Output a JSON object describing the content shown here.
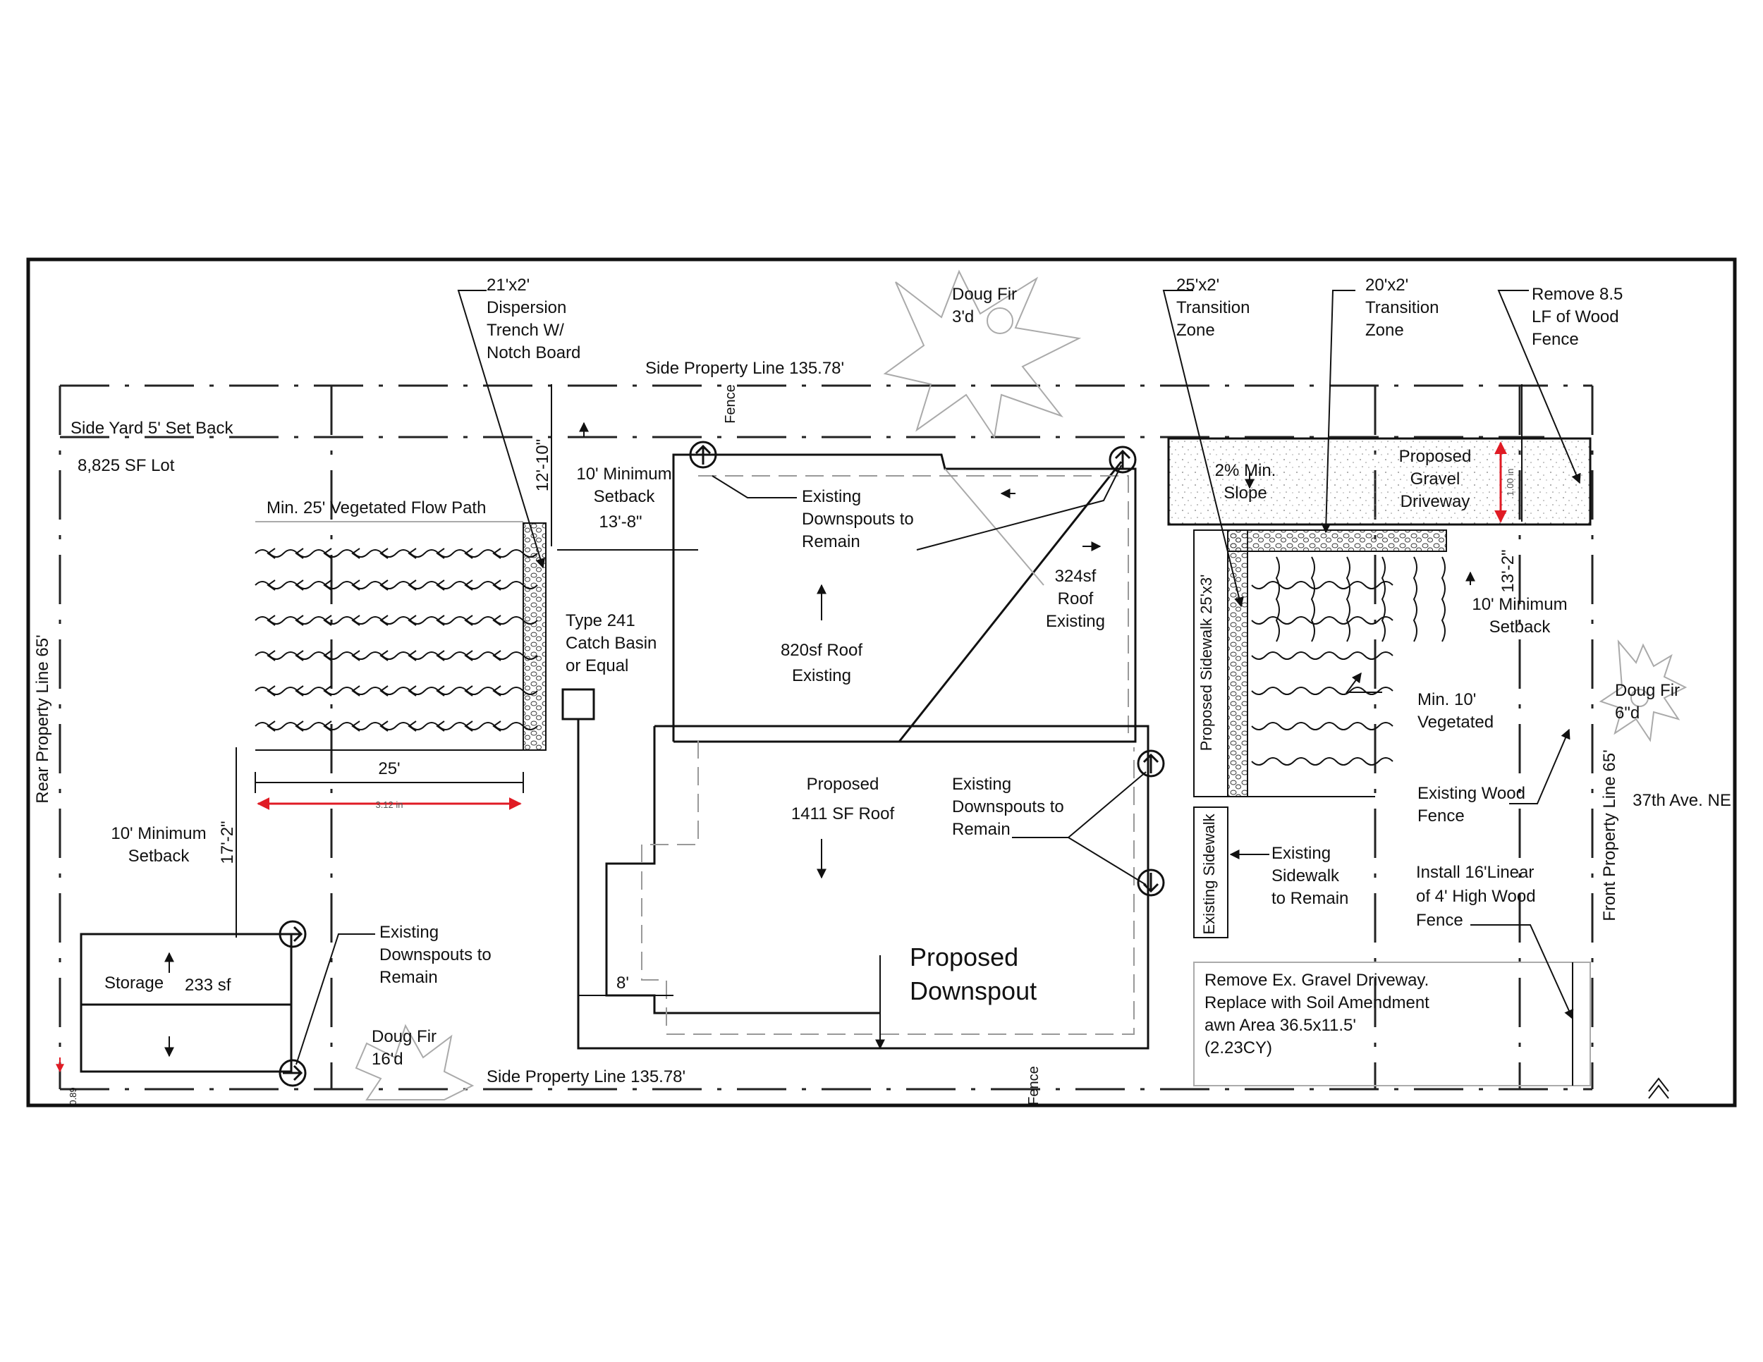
{
  "labels": {
    "dispersion_trench": [
      "21'x2'",
      "Dispersion",
      "Trench W/",
      "Notch Board"
    ],
    "doug_fir_top": [
      "Doug Fir",
      "3'd"
    ],
    "transition_25": [
      "25'x2'",
      "Transition",
      "Zone"
    ],
    "transition_20": [
      "20'x2'",
      "Transition",
      "Zone"
    ],
    "remove_fence": [
      "Remove 8.5",
      "LF of Wood",
      "Fence"
    ],
    "side_property_top": "Side Property Line 135.78'",
    "side_property_bottom": "Side Property Line 135.78'",
    "side_yard": "Side Yard 5' Set Back",
    "lot": "8,825 SF Lot",
    "flow_path": "Min. 25' Vegetated Flow Path",
    "dim_12_10": "12'-10\"",
    "min_setback_top": [
      "10' Minimum",
      "Setback"
    ],
    "dim_13_8": "13'-8\"",
    "existing_downspouts_top": [
      "Existing",
      "Downspouts to",
      "Remain"
    ],
    "slope": [
      "2% Min.",
      "Slope"
    ],
    "proposed_driveway": [
      "Proposed",
      "Gravel",
      "Driveway"
    ],
    "dim_1in": "1.00 in",
    "dim_13_2": "13'-2\"",
    "min_setback_right": [
      "10' Minimum",
      "Setback"
    ],
    "roof_324": [
      "324sf",
      "Roof",
      "Existing"
    ],
    "catch_basin": [
      "Type 241",
      "Catch Basin",
      "or Equal"
    ],
    "roof_820": [
      "820sf Roof",
      "Existing"
    ],
    "proposed_sidewalk": "Proposed Sidewalk 25'x3'",
    "min_vegetated": [
      "Min. 10'",
      "Vegetated"
    ],
    "doug_fir_right": [
      "Doug Fir",
      "6\"d"
    ],
    "rear_property": "Rear Property Line 65'",
    "dim_25": "25'",
    "dim_312in": "3.12 in",
    "proposed_roof": [
      "Proposed",
      "1411 SF Roof"
    ],
    "existing_downspouts_mid": [
      "Existing",
      "Downspouts to",
      "Remain"
    ],
    "existing_wood_fence": [
      "Existing Wood",
      "Fence"
    ],
    "front_property": "Front Property Line 65'",
    "street": "37th Ave. NE",
    "min_setback_left": [
      "10' Minimum",
      "Setback"
    ],
    "dim_17_2": "17'-2\"",
    "existing_sidewalk_vert": "Existing Sidewalk",
    "existing_sidewalk_note": [
      "Existing",
      "Sidewalk",
      "to Remain"
    ],
    "install_fence": [
      "Install 16'Linear",
      "of 4' High Wood",
      "Fence"
    ],
    "existing_downspouts_storage": [
      "Existing",
      "Downspouts to",
      "Remain"
    ],
    "storage": "Storage",
    "storage_sf": "233 sf",
    "dim_8": "8'",
    "proposed_downspout": [
      "Proposed",
      "Downspout"
    ],
    "remove_gravel": [
      "Remove Ex. Gravel Driveway.",
      "Replace with Soil Amendment",
      "awn Area 36.5x11.5'",
      "(2.23CY)"
    ],
    "doug_fir_bottom": [
      "Doug Fir",
      "16'd"
    ],
    "fence_top": "Fence",
    "fence_bottom": "Fence",
    "dim_small": "0.89"
  },
  "colors": {
    "line": "#111111",
    "dimension_accent": "#e01b24",
    "tree_outline": "#bbbbbb"
  },
  "icons": {
    "downspout_marker": "circle-arrow-icon",
    "north_marker": "north-arrow-icon"
  }
}
